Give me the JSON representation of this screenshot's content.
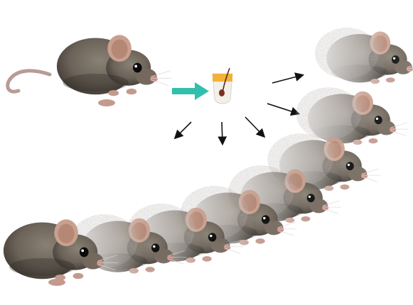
{
  "scene": {
    "background": "#ffffff",
    "fur_color": "#6b6258",
    "fur_dark": "#3e3832",
    "ear_color": "#c9a08f",
    "nose_color": "#c88a86",
    "eye_color": "#0a0a0a",
    "tail_color": "#b89b94",
    "skin_biopsy_top": "#f2b23a",
    "skin_biopsy_follicle": "#5a2a1e",
    "teal_arrow": "#33bfae",
    "black_arrow": "#111111"
  },
  "subjects": {
    "source_mouse": {
      "icon": "mouse-icon",
      "role": "donor"
    },
    "clones": [
      {
        "icon": "mouse-icon",
        "fade": 0.0
      },
      {
        "icon": "mouse-icon",
        "fade": 0.35
      },
      {
        "icon": "mouse-icon",
        "fade": 0.35
      },
      {
        "icon": "mouse-icon",
        "fade": 0.35
      },
      {
        "icon": "mouse-icon",
        "fade": 0.4
      },
      {
        "icon": "mouse-icon",
        "fade": 0.45
      },
      {
        "icon": "mouse-icon",
        "fade": 0.5
      },
      {
        "icon": "mouse-icon",
        "fade": 0.55
      },
      {
        "icon": "mouse-icon",
        "fade": 0.6
      }
    ]
  },
  "biopsy": {
    "icon": "skin-biopsy-icon"
  }
}
